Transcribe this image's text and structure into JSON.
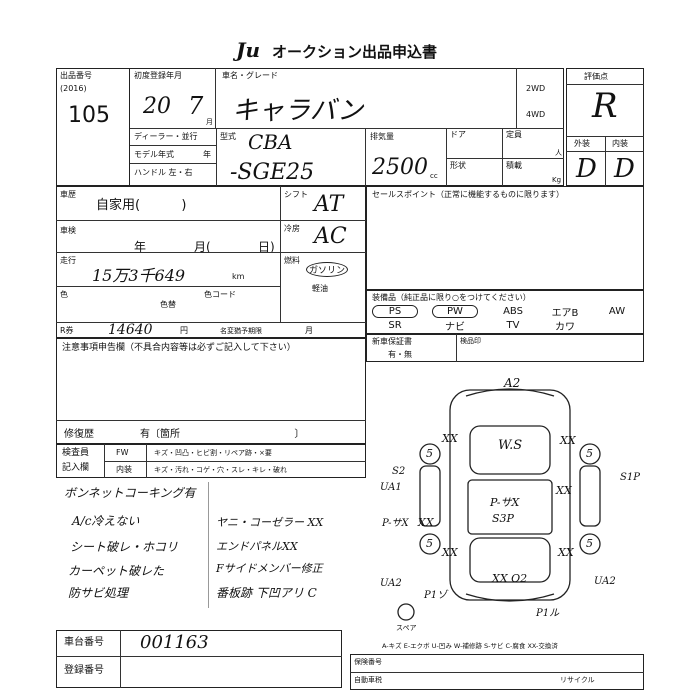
{
  "header": {
    "logo": "Ju",
    "title": "オークション出品申込書"
  },
  "lot": {
    "label": "出品番号",
    "year": "(2016)",
    "number": "105"
  },
  "first_reg": {
    "label": "初度登録年月",
    "era": "20",
    "month": "7",
    "month_unit": "月"
  },
  "car_name": {
    "label": "車名・グレード",
    "value": "キャラバン"
  },
  "drive": {
    "a": "2WD",
    "b": "4WD"
  },
  "rating": {
    "label": "評価点",
    "value": "R",
    "ext_label": "外装",
    "int_label": "内装",
    "ext": "D",
    "int": "D"
  },
  "dealer_label": "ディーラー・並行",
  "model_year_label": "モデル年式",
  "model_year_unit": "年",
  "handle_label": "ハンドル 左・右",
  "model_type": {
    "label": "型式",
    "value1": "CBA",
    "value2": "-SGE25"
  },
  "displacement": {
    "label": "排気量",
    "value": "2500",
    "unit": "cc"
  },
  "door_label": "ドア",
  "capacity": {
    "label": "定員",
    "unit": "人"
  },
  "shape_label": "形状",
  "load": {
    "label": "積載",
    "unit": "Kg"
  },
  "usage": {
    "label": "車歴",
    "value": "自家用(          )"
  },
  "shift": {
    "label": "シフト",
    "value": "AT"
  },
  "sales_point_label": "セールスポイント（正常に機能するものに限ります）",
  "inspection": {
    "label": "車検",
    "year": "年",
    "month": "月(",
    "day": "日)"
  },
  "aircon": {
    "label": "冷房",
    "value": "AC"
  },
  "mileage": {
    "label": "走行",
    "value": "15万3千649",
    "unit": "km"
  },
  "fuel": {
    "label": "燃料",
    "gas": "ガソリン",
    "diesel": "軽油"
  },
  "color": {
    "label": "色",
    "change": "色替",
    "code": "色コード"
  },
  "equipment": {
    "label": "装備品（純正品に限り○をつけてください）",
    "row1": [
      "PS",
      "PW",
      "ABS",
      "エアB",
      "AW"
    ],
    "row2": [
      "SR",
      "ナビ",
      "TV",
      "カワ"
    ]
  },
  "recycle": {
    "label": "R券",
    "value": "14640",
    "unit": "円",
    "change_label": "名変猶予期限",
    "month": "月"
  },
  "new_car_warranty": {
    "label": "新車保証書",
    "value": "有・無"
  },
  "certificate_label": "検品印",
  "notes": {
    "label": "注意事項申告欄（不具合内容等は必ずご記入して下さい）"
  },
  "repair": {
    "label": "修復歴",
    "value": "有〔箇所                                    〕"
  },
  "check": {
    "label1": "検査員",
    "label2": "記入欄",
    "fw": "FW",
    "fw_items": "キズ・凹凸・ヒビ割・リペア跡・×要",
    "int": "内装",
    "int_items": "キズ・汚れ・コゲ・穴・スレ・キレ・破れ"
  },
  "handwritten_notes_left": [
    "ボンネットコーキング有",
    "A/c冷えない",
    "シート破レ・ホコリ",
    "カーペット破レた",
    "防サビ処理"
  ],
  "handwritten_notes_right": [
    "ヤニ・コーゼラー XX",
    "エンドパネルXX",
    "Fサイドメンバー修正",
    "番板跡 下凹アリ C"
  ],
  "diagram_marks": [
    "A2",
    "XX",
    "W.S",
    "XX",
    "S2",
    "UA1",
    "P-サX",
    "S3P",
    "P-サX",
    "XX",
    "S1P",
    "XX",
    "UA2",
    "P1ゾ",
    "XX O2",
    "UA2",
    "P1ル",
    "XX",
    "XX"
  ],
  "diagram_wheels": [
    "5",
    "5",
    "5",
    "5"
  ],
  "spare_label": "スペア",
  "legend": "A-キズ  E-エクボ  U-凹み  W-補修跡  S-サビ  C-腐食  XX-交換済",
  "chassis": {
    "label": "車台番号",
    "value": "001163"
  },
  "registration": {
    "label": "登録番号"
  },
  "bottom_labels": [
    "保険番号",
    "自動車税",
    "リサイクル"
  ]
}
